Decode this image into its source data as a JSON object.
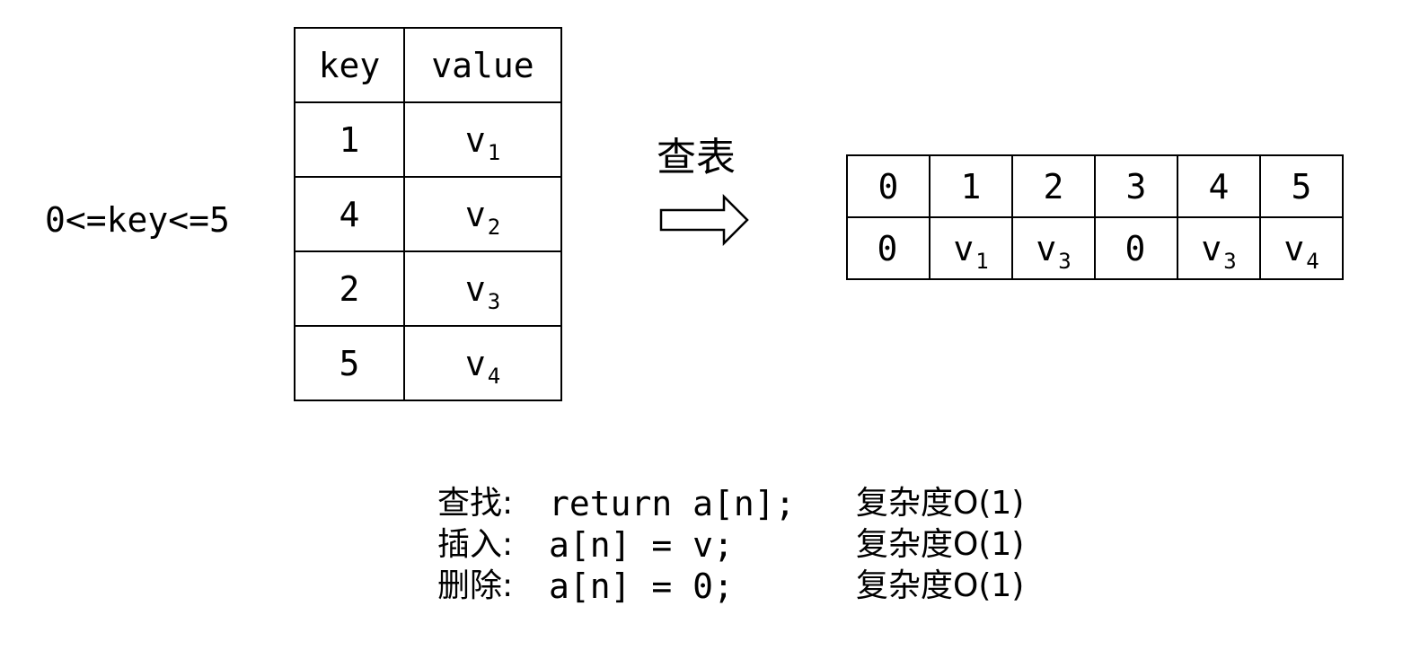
{
  "constraint_label": "0<=key<=5",
  "kv_table": {
    "headers": [
      "key",
      "value"
    ],
    "rows": [
      {
        "key": "1",
        "value": "v",
        "sub": "1"
      },
      {
        "key": "4",
        "value": "v",
        "sub": "2"
      },
      {
        "key": "2",
        "value": "v",
        "sub": "3"
      },
      {
        "key": "5",
        "value": "v",
        "sub": "4"
      }
    ]
  },
  "arrow_label": "查表",
  "array_table": {
    "indices": [
      "0",
      "1",
      "2",
      "3",
      "4",
      "5"
    ],
    "values": [
      {
        "value": "0",
        "sub": ""
      },
      {
        "value": "v",
        "sub": "1"
      },
      {
        "value": "v",
        "sub": "3"
      },
      {
        "value": "0",
        "sub": ""
      },
      {
        "value": "v",
        "sub": "3"
      },
      {
        "value": "v",
        "sub": "4"
      }
    ]
  },
  "operations": [
    {
      "name": "查找:",
      "code": "return a[n];",
      "complexity": "复杂度O(1)"
    },
    {
      "name": "插入:",
      "code": "a[n] = v;",
      "complexity": "复杂度O(1)"
    },
    {
      "name": "删除:",
      "code": "a[n] = 0;",
      "complexity": "复杂度O(1)"
    }
  ]
}
